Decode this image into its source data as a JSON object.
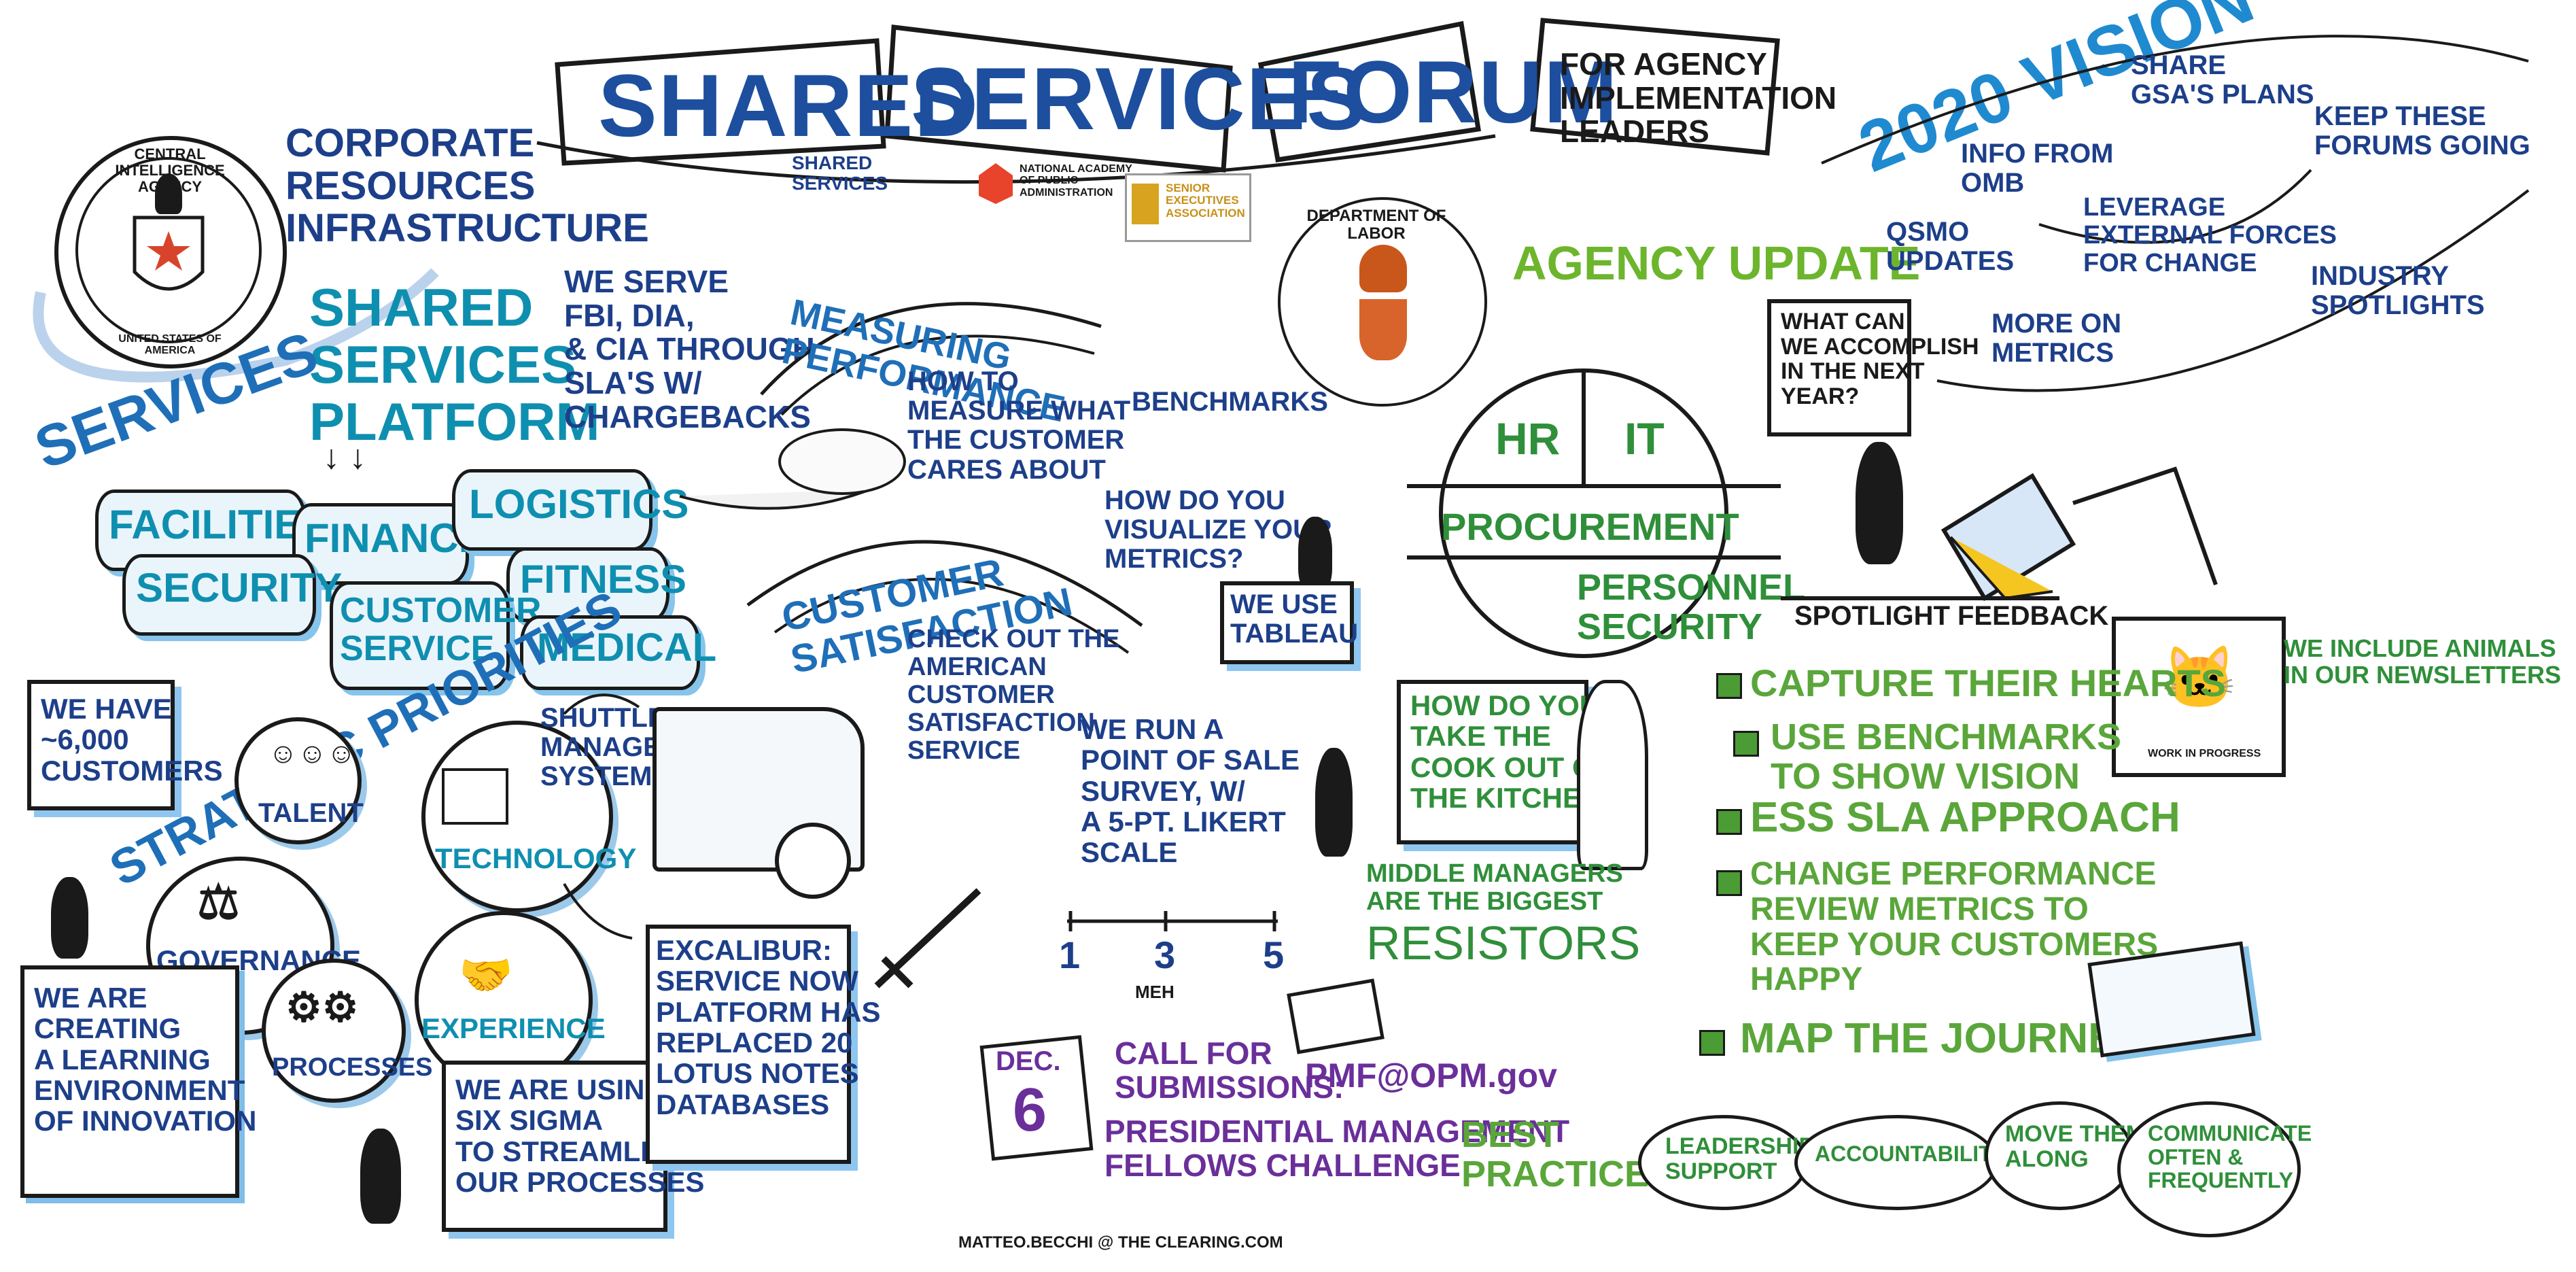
{
  "banner": {
    "word1": "Shared",
    "word2": "Services",
    "word3": "Forum",
    "subtitle": "For Agency\nImplementation\nLeaders"
  },
  "sponsors": {
    "shared_services_logo": "Shared Services",
    "napa": "National Academy of Public Administration",
    "sea": "Senior Executives Association"
  },
  "cia": {
    "seal_text": "Central Intelligence Agency",
    "seal_bottom": "United States of America",
    "org": "Corporate\nResources\nInfrastructure",
    "platform": "Shared\nServices\nPlatform",
    "we_serve": "We serve\nFBI, DIA,\n& CIA through\nSLA's w/\nchargebacks"
  },
  "services": {
    "heading": "Services",
    "items": [
      "Facilities",
      "Finance",
      "Logistics",
      "Security",
      "Fitness",
      "Customer\nService",
      "Medical"
    ]
  },
  "strategic": {
    "heading": "Strategic Priorities",
    "customers": "We have\n~6,000\ncustomers",
    "circles": [
      "Talent",
      "Technology",
      "Governance",
      "Processes",
      "Experience"
    ],
    "shuttle": "Shuttle\nManagement\nSystem",
    "learning": "We are\ncreating\na learning\nenvironment\nof innovation",
    "six_sigma": "We are using\nSix Sigma\nto streamline\nour processes",
    "excalibur": "Excalibur:\nService Now\nplatform has\nreplaced 20\nLotus Notes\ndatabases"
  },
  "measuring": {
    "heading": "Measuring Performance",
    "how_to": "How to\nmeasure what\nthe customer\ncares about",
    "benchmarks": "Benchmarks",
    "visualize": "How do you\nvisualize your\nmetrics?",
    "tableau": "We use\nTableau"
  },
  "satisfaction": {
    "heading": "Customer Satisfaction",
    "check_out": "Check out the\nAmerican\nCustomer\nSatisfaction\nService",
    "survey": "We run a\npoint of sale\nsurvey, w/\na 5-pt. Likert\nscale",
    "scale_1": "1",
    "scale_3": "3",
    "scale_5": "5",
    "meh": "Meh"
  },
  "dol": {
    "seal_text": "Department of Labor",
    "heading": "Agency Update",
    "hr": "HR",
    "it": "IT",
    "procurement": "Procurement",
    "personnel": "Personnel\nSecurity",
    "cook_question": "How do you\ntake the\ncook out of\nthe kitchen?",
    "resistors_1": "Middle managers\nare the biggest",
    "resistors_2": "Resistors"
  },
  "vision": {
    "heading": "2020 Vision",
    "items": [
      "Share\nGSA's plans",
      "Info from\nOMB",
      "QSMO\nupdates",
      "Leverage\nexternal forces\nfor change",
      "Keep these\nforums going",
      "Industry\nspotlights",
      "More on\nmetrics"
    ],
    "question": "What can\nwe accomplish\nin the next\nyear?"
  },
  "spotlight": {
    "heading": "Spotlight Feedback",
    "items": [
      "Capture their hearts",
      "Use benchmarks\nto show vision",
      "ESS SLA approach",
      "Change performance\nreview metrics to\nkeep your customers\nhappy",
      "Map the journey"
    ],
    "animals": "We include animals\nin our newsletters",
    "wip": "Work in progress"
  },
  "call": {
    "date_month": "Dec.",
    "date_day": "6",
    "heading": "Call for\nsubmissions:",
    "email": "PMF@OPM.gov",
    "challenge": "Presidential Management\nFellows Challenge"
  },
  "best_practices": {
    "heading": "Best\nPractices:",
    "items": [
      "Leadership\nsupport",
      "Accountability",
      "Move them\nalong",
      "Communicate\noften &\nfrequently"
    ]
  },
  "credit": "Matteo.Becchi @ the Clearing.com"
}
